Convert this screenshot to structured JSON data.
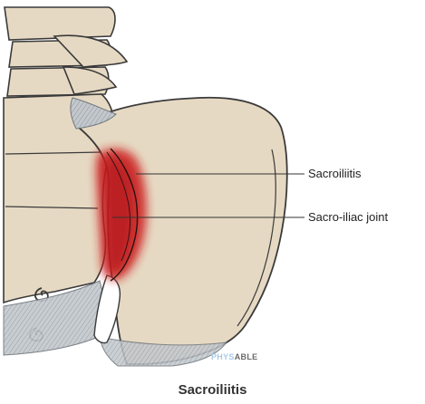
{
  "labels": {
    "sacroiliitis": "Sacroiliitis",
    "sacroiliac_joint": "Sacro-iliac joint"
  },
  "watermark": {
    "part1": "PHYS",
    "part2": "ABLE"
  },
  "caption": "Sacroiliitis",
  "colors": {
    "bone": "#e6d9c3",
    "outline": "#3a3a3a",
    "ligament": "#b9bec4",
    "inflammation": "#cc1f1f"
  }
}
